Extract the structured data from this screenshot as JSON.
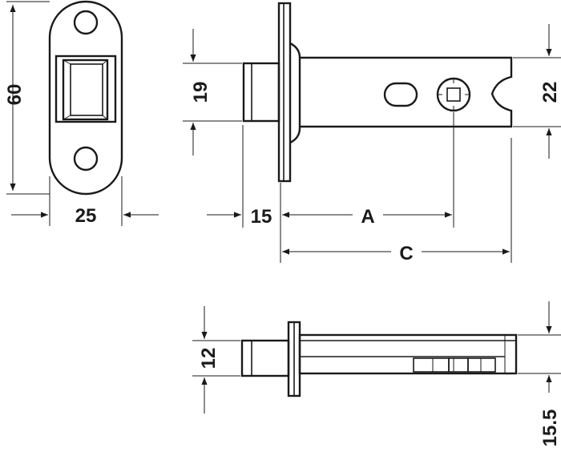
{
  "dimensions": {
    "strike_height": "60",
    "strike_width": "25",
    "latch_height": "19",
    "backset_depth": "22",
    "latch_projection": "15",
    "backset_a": "A",
    "case_length_c": "C",
    "side_latch_height": "12",
    "side_case_offset": "15.5"
  },
  "colors": {
    "line": "#1a1a1a",
    "background": "#ffffff"
  }
}
